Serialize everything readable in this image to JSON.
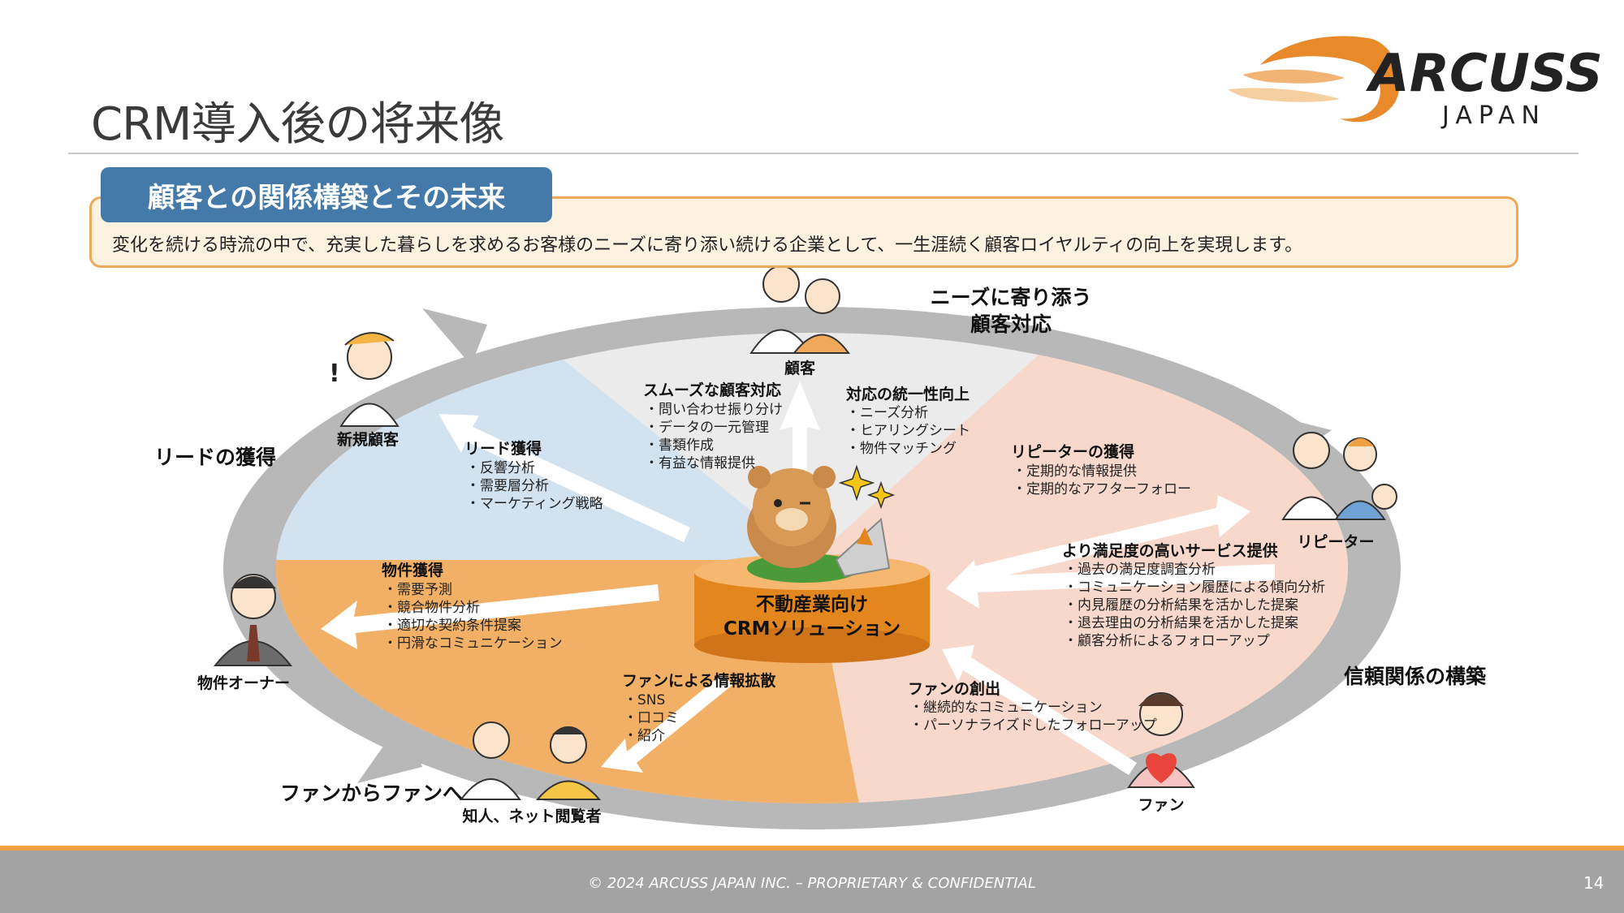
{
  "title": "CRM導入後の将来像",
  "logo": {
    "brand": "ARCUSS",
    "sub": "JAPAN",
    "accent": "#e88a2a"
  },
  "section": {
    "tab_label": "顧客との関係構築とその未来",
    "description": "変化を続ける時流の中で、充実した暮らしを求めるお客様のニーズに寄り添い続ける企業として、一生涯続く顧客ロイヤルティの向上を実現します。"
  },
  "diagram": {
    "center": {
      "line1": "不動産業向け",
      "line2": "CRMソリューション"
    },
    "cycle_labels": {
      "needs_line1": "ニーズに寄り添う",
      "needs_line2": "顧客対応",
      "lead": "リードの獲得",
      "trust": "信頼関係の構築",
      "fan": "ファンからファンへ"
    },
    "actors": {
      "customer": "顧客",
      "new_customer": "新規顧客",
      "owner": "物件オーナー",
      "acquaintance": "知人、ネット閲覧者",
      "fan": "ファン",
      "repeater": "リピーター"
    },
    "blocks": {
      "smooth": {
        "title": "スムーズな顧客対応",
        "items": [
          "・問い合わせ振り分け",
          "・データの一元管理",
          "・書類作成",
          "・有益な情報提供"
        ]
      },
      "unify": {
        "title": "対応の統一性向上",
        "items": [
          "・ニーズ分析",
          "・ヒアリングシート",
          "・物件マッチング"
        ]
      },
      "lead": {
        "title": "リード獲得",
        "items": [
          "・反響分析",
          "・需要層分析",
          "・マーケティング戦略"
        ]
      },
      "property": {
        "title": "物件獲得",
        "items": [
          "・需要予測",
          "・競合物件分析",
          "・適切な契約条件提案",
          "・円滑なコミュニケーション"
        ]
      },
      "repeater": {
        "title": "リピーターの獲得",
        "items": [
          "・定期的な情報提供",
          "・定期的なアフターフォロー"
        ]
      },
      "service": {
        "title": "より満足度の高いサービス提供",
        "items": [
          "・過去の満足度調査分析",
          "・コミュニケーション履歴による傾向分析",
          "・内見履歴の分析結果を活かした提案",
          "・退去理由の分析結果を活かした提案",
          "・顧客分析によるフォローアップ"
        ]
      },
      "fan_create": {
        "title": "ファンの創出",
        "items": [
          "・継続的なコミュニケーション",
          "・パーソナライズドしたフォローアップ"
        ]
      },
      "fan_spread": {
        "title": "ファンによる情報拡散",
        "items": [
          "・SNS",
          "・口コミ",
          "・紹介"
        ]
      }
    },
    "colors": {
      "ring": "#b8b8b8",
      "blue": "#d2e2ef",
      "gray": "#ebebeb",
      "pink": "#f7d8cb",
      "orange": "#f2b066",
      "cylinder": "#e4861e"
    }
  },
  "footer": {
    "copyright": "© 2024 ARCUSS JAPAN INC. – PROPRIETARY & CONFIDENTIAL",
    "page": "14"
  }
}
